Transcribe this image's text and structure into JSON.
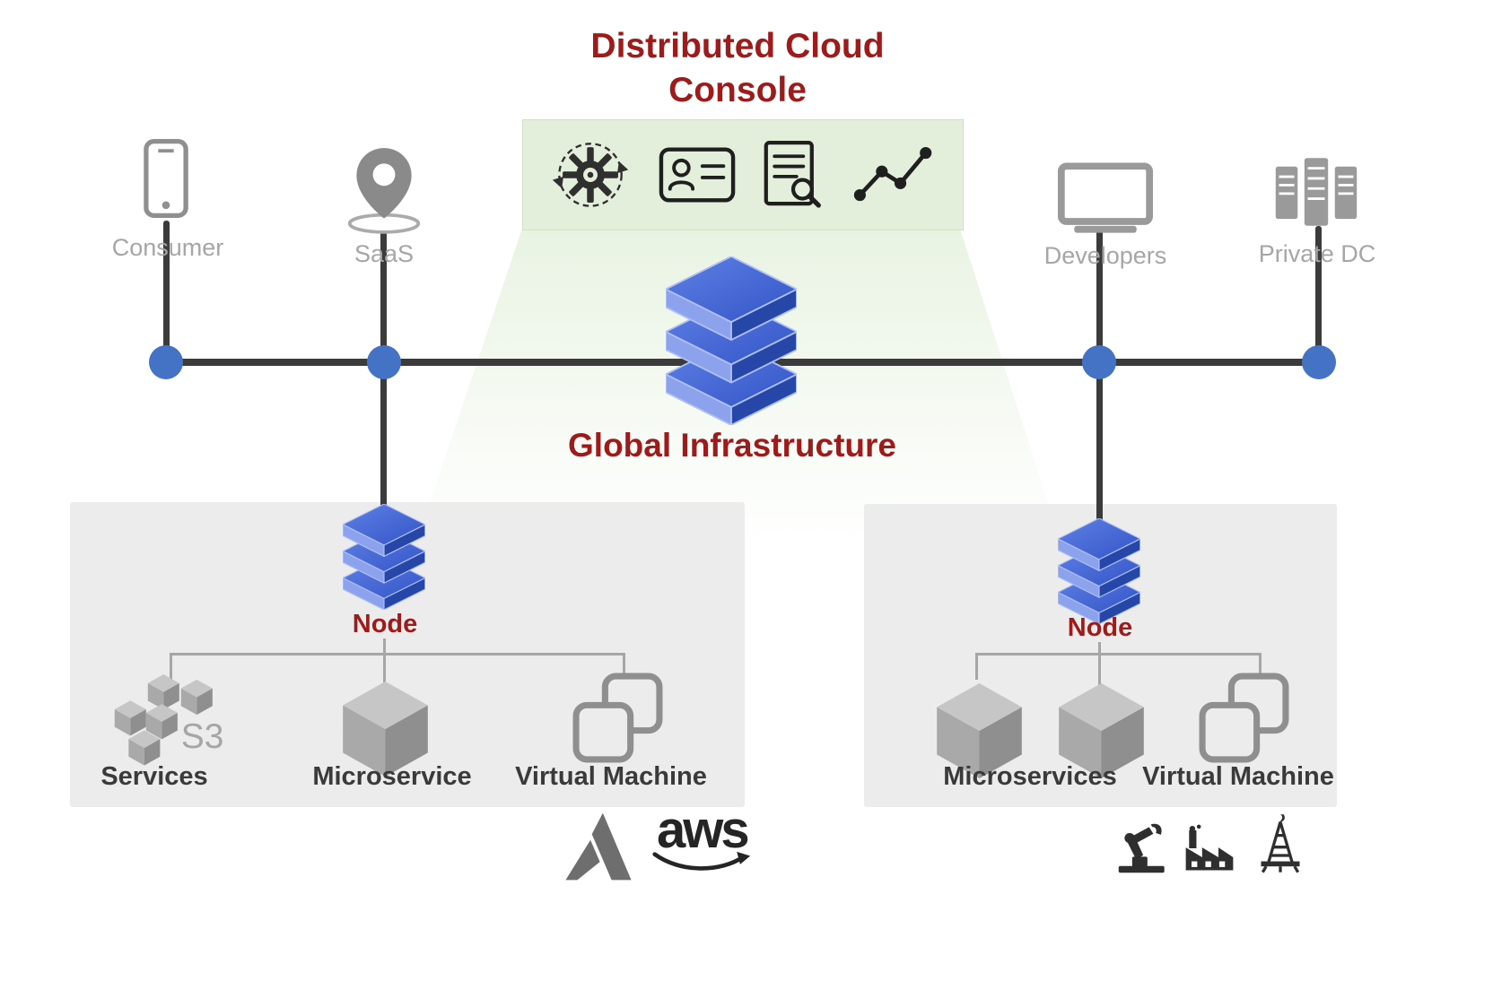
{
  "title": {
    "line1": "Distributed Cloud",
    "line2": "Console"
  },
  "console": {
    "icons": [
      "operations-gear-icon",
      "identity-card-icon",
      "audit-log-icon",
      "analytics-graph-icon"
    ]
  },
  "endpoints": [
    {
      "id": "consumer",
      "label": "Consumer",
      "icon": "smartphone-icon"
    },
    {
      "id": "saas",
      "label": "SaaS",
      "icon": "location-pin-icon"
    },
    {
      "id": "developers",
      "label": "Developers",
      "icon": "monitor-icon"
    },
    {
      "id": "private-dc",
      "label": "Private DC",
      "icon": "server-rack-icon"
    }
  ],
  "global_infrastructure": {
    "label": "Global Infrastructure",
    "icon": "blue-layer-stack-icon"
  },
  "left_site": {
    "node_label": "Node",
    "children": [
      {
        "label": "Services",
        "icon": "s3-cubes-icon",
        "badge": "S3"
      },
      {
        "label": "Microservice",
        "icon": "cube-icon"
      },
      {
        "label": "Virtual Machine",
        "icon": "vm-overlap-icon"
      }
    ],
    "providers": [
      {
        "icon": "azure-logo"
      },
      {
        "icon": "aws-logo",
        "wordmark": "aws"
      }
    ]
  },
  "right_site": {
    "node_label": "Node",
    "children": [
      {
        "label": "Microservices",
        "icon": "double-cube-icon"
      },
      {
        "label": "Virtual Machine",
        "icon": "vm-overlap-icon"
      }
    ],
    "industry_icons": [
      "robot-arm-icon",
      "factory-icon",
      "oil-rig-icon"
    ]
  },
  "colors": {
    "heading_red": "#9E1B1B",
    "node_blue": "#4472C4",
    "stack_blue_top": "#4065D4",
    "console_green_bg": "#E4EFDB",
    "backbone_dark": "#3B3B3B",
    "panel_gray": "#ECECEC",
    "muted_label_gray": "#A6A6A6"
  }
}
